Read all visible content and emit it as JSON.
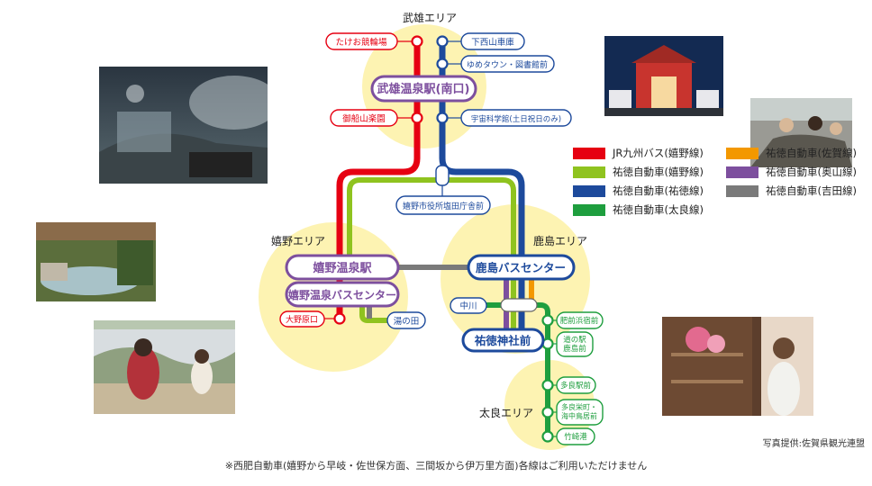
{
  "areas": {
    "takeo": "武雄エリア",
    "ureshino": "嬉野エリア",
    "kashima": "鹿島エリア",
    "tara": "太良エリア"
  },
  "stations": {
    "takeo_keirin": "たけお競輪場",
    "mifuneyama": "御船山楽園",
    "shimonishiyama": "下西山車庫",
    "youme": "ゆめタウン・図書館前",
    "uchu": "宇宙科学館(土日祝日のみ)",
    "takeo_onsen": "武雄温泉駅(南口)",
    "shiota": "嬉野市役所塩田庁舎前",
    "ureshino_onsen": "嬉野温泉駅",
    "ureshino_bus": "嬉野温泉バスセンター",
    "onoharaguchi": "大野原口",
    "yunota": "湯の田",
    "kashima_bus": "鹿島バスセンター",
    "nakagawa": "中川",
    "yutoku": "祐徳神社前",
    "hizen_hamashuku": "肥前浜宿前",
    "michinoeki": "道の駅\n鹿島前",
    "tara_eki": "多良駅前",
    "tara_sakaemachi": "多良栄町・\n海中鳥居前",
    "takezaki": "竹崎港"
  },
  "legend": [
    {
      "label": "JR九州バス(嬉野線)",
      "color": "#e60012"
    },
    {
      "label": "祐徳自動車(佐賀線)",
      "color": "#f39800"
    },
    {
      "label": "祐徳自動車(嬉野線)",
      "color": "#8fc31f"
    },
    {
      "label": "祐徳自動車(奥山線)",
      "color": "#7d4f9e"
    },
    {
      "label": "祐徳自動車(祐徳線)",
      "color": "#1d4a9c"
    },
    {
      "label": "祐徳自動車(吉田線)",
      "color": "#7a7a7a"
    },
    {
      "label": "祐徳自動車(太良線)",
      "color": "#1e9e3e"
    }
  ],
  "credit": "写真提供:佐賀県観光連盟",
  "footnote": "※西肥自動車(嬉野から早岐・佐世保方面、三間坂から伊万里方面)各線はご利用いただけません"
}
